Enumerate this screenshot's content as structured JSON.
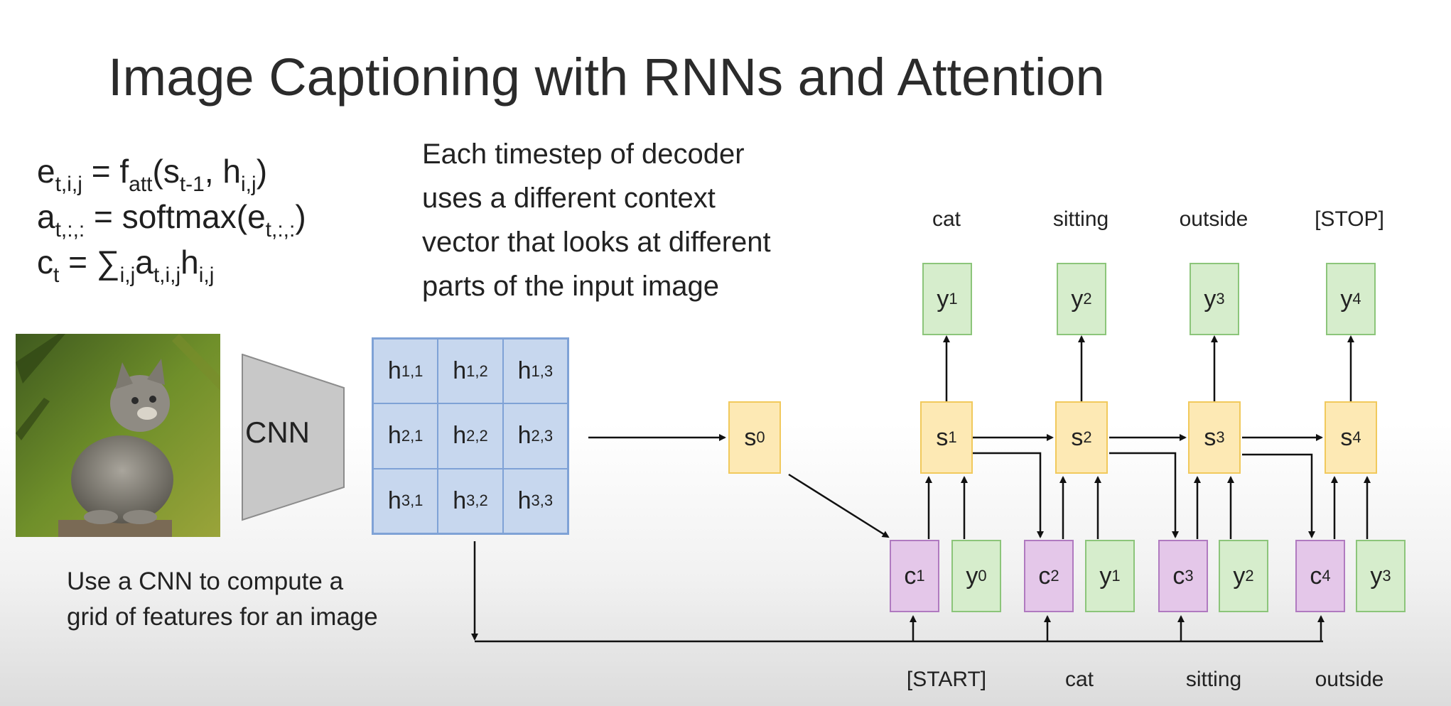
{
  "title": "Image Captioning with RNNs and Attention",
  "equations": {
    "line1": {
      "lhs": "e",
      "lhs_sub": "t,i,j",
      "rhs": " = f",
      "f_sub": "att",
      "args_open": "(s",
      "s_sub": "t-1",
      "mid": ", h",
      "h_sub": "i,j",
      "close": ")"
    },
    "line2": {
      "lhs": "a",
      "lhs_sub": "t,:,:",
      "rhs": " = softmax(e",
      "e_sub": "t,:,:",
      "close": ")"
    },
    "line3": {
      "lhs": "c",
      "lhs_sub": "t",
      "rhs": " = ∑",
      "sum_sub": "i,j",
      "a": "a",
      "a_sub": "t,i,j",
      "h": "h",
      "h_sub": "i,j"
    }
  },
  "description": [
    "Each timestep of decoder",
    "uses a different context",
    "vector that looks at different",
    "parts of the input image"
  ],
  "cnn_label": "CNN",
  "cnn_caption": [
    "Use a CNN to compute a",
    "grid of features for an image"
  ],
  "feature_grid": [
    {
      "base": "h",
      "sub": "1,1"
    },
    {
      "base": "h",
      "sub": "1,2"
    },
    {
      "base": "h",
      "sub": "1,3"
    },
    {
      "base": "h",
      "sub": "2,1"
    },
    {
      "base": "h",
      "sub": "2,2"
    },
    {
      "base": "h",
      "sub": "2,3"
    },
    {
      "base": "h",
      "sub": "3,1"
    },
    {
      "base": "h",
      "sub": "3,2"
    },
    {
      "base": "h",
      "sub": "3,3"
    }
  ],
  "initial_state": {
    "base": "s",
    "sub": "0"
  },
  "timesteps": [
    {
      "state": {
        "base": "s",
        "sub": "1"
      },
      "output": {
        "base": "y",
        "sub": "1"
      },
      "context": {
        "base": "c",
        "sub": "1"
      },
      "input": {
        "base": "y",
        "sub": "0"
      },
      "output_word": "cat",
      "input_word": "[START]"
    },
    {
      "state": {
        "base": "s",
        "sub": "2"
      },
      "output": {
        "base": "y",
        "sub": "2"
      },
      "context": {
        "base": "c",
        "sub": "2"
      },
      "input": {
        "base": "y",
        "sub": "1"
      },
      "output_word": "sitting",
      "input_word": "cat"
    },
    {
      "state": {
        "base": "s",
        "sub": "3"
      },
      "output": {
        "base": "y",
        "sub": "3"
      },
      "context": {
        "base": "c",
        "sub": "3"
      },
      "input": {
        "base": "y",
        "sub": "2"
      },
      "output_word": "outside",
      "input_word": "sitting"
    },
    {
      "state": {
        "base": "s",
        "sub": "4"
      },
      "output": {
        "base": "y",
        "sub": "4"
      },
      "context": {
        "base": "c",
        "sub": "4"
      },
      "input": {
        "base": "y",
        "sub": "3"
      },
      "output_word": "[STOP]",
      "input_word": "outside"
    }
  ],
  "colors": {
    "state_fill": "#fde9b4",
    "output_fill": "#d6edcc",
    "context_fill": "#e4c7e9",
    "grid_fill": "#c7d7ee",
    "cnn_fill": "#c8c8c8"
  }
}
